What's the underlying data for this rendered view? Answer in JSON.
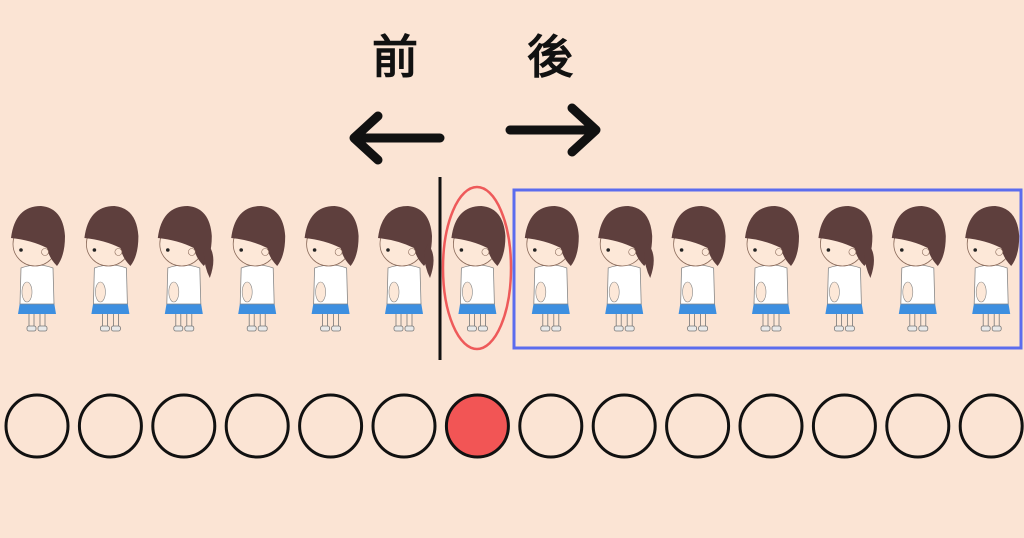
{
  "labels": {
    "front": "前",
    "back": "後"
  },
  "queue": {
    "count": 14,
    "highlighted_index": 6,
    "colors": {
      "background": "#fbe4d4",
      "highlight_fill": "#f25555",
      "circle_outline": "#111111",
      "oval_red": "#ee5a5a",
      "box_blue": "#5b6cee",
      "hair": "#5e3f3d",
      "skin": "#fde8d8",
      "skirt": "#3d8fe0"
    }
  }
}
